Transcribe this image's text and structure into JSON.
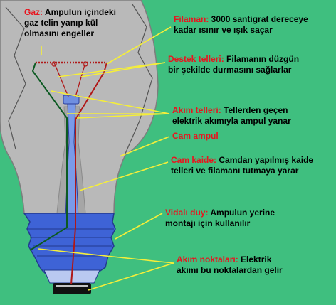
{
  "labels": {
    "gaz": {
      "term": "Gaz:",
      "line1": " Ampulun içindeki",
      "line2": "gaz telin yanıp kül",
      "line3": "olmasını engeller"
    },
    "filaman": {
      "term": "Filaman:",
      "line1": " 3000 santigrat dereceye",
      "line2": "kadar ısınır ve ışık saçar"
    },
    "destek": {
      "term": "Destek telleri:",
      "line1": " Filamanın düzgün",
      "line2": "bir şekilde durmasını sağlarlar"
    },
    "akim_telleri": {
      "term": "Akım telleri:",
      "line1": " Tellerden geçen",
      "line2": "elektrik akımıyla ampul yanar"
    },
    "cam_ampul": {
      "term": "Cam ampul"
    },
    "cam_kaide": {
      "term": "Cam kaide:",
      "line1": " Camdan yapılmış kaide",
      "line2": "telleri ve filamanı tutmaya yarar"
    },
    "vidali_duy": {
      "term": "Vidalı duy:",
      "line1": " Ampulun yerine",
      "line2": "montajı için kullanılır"
    },
    "akim_noktalari": {
      "term": "Akım noktaları:",
      "line1": " Elektrik",
      "line2": "akımı bu noktalardan gelir"
    }
  },
  "colors": {
    "background": "#3fbf7f",
    "bulb_glass": "#b9b9b9",
    "base_blue": "#3e63d6",
    "leader_line": "#f5ee3a",
    "term_red": "#e8141e",
    "wire_red": "#b01818",
    "wire_green": "#0c5a22",
    "tip": "#111111"
  }
}
